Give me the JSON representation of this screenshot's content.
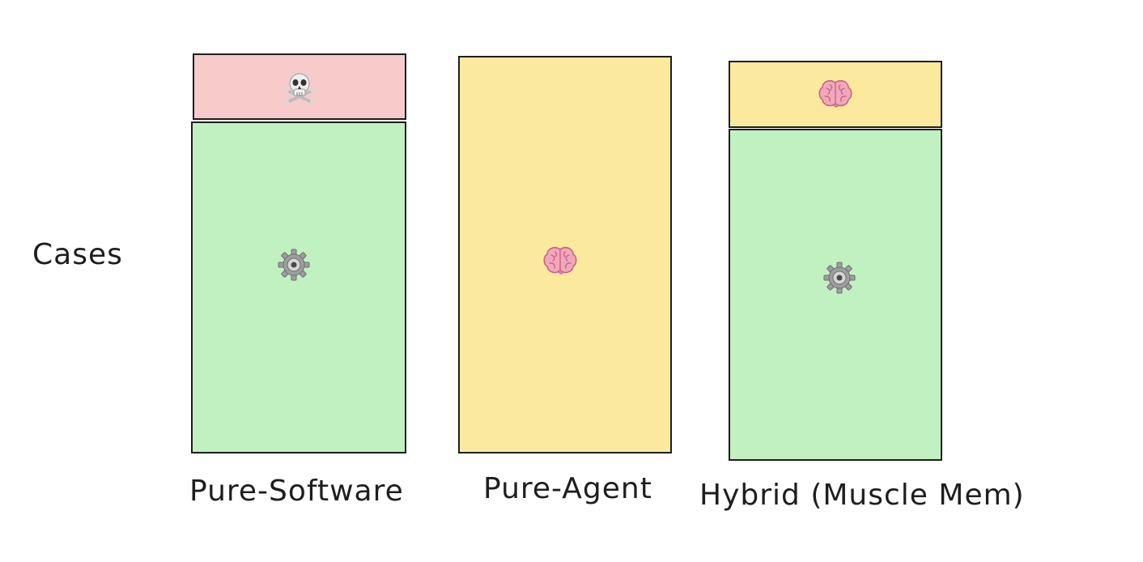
{
  "y_axis_label": "Cases",
  "columns": [
    {
      "label": "Pure-Software",
      "segments": [
        {
          "kind": "failure",
          "icon": "skull-crossbones-icon",
          "color": "#f8cbcb",
          "share": 0.17
        },
        {
          "kind": "software",
          "icon": "gear-icon",
          "color": "#c1f0c1",
          "share": 0.83
        }
      ]
    },
    {
      "label": "Pure-Agent",
      "segments": [
        {
          "kind": "agent",
          "icon": "brain-icon",
          "color": "#fbea9e",
          "share": 1.0
        }
      ]
    },
    {
      "label": "Hybrid (Muscle Mem)",
      "segments": [
        {
          "kind": "agent",
          "icon": "brain-icon",
          "color": "#fbea9e",
          "share": 0.17
        },
        {
          "kind": "software",
          "icon": "gear-icon",
          "color": "#c1f0c1",
          "share": 0.83
        }
      ]
    }
  ],
  "colors": {
    "failure": "#f8cbcb",
    "software": "#c1f0c1",
    "agent": "#fbea9e",
    "stroke": "#1e1e1e"
  }
}
